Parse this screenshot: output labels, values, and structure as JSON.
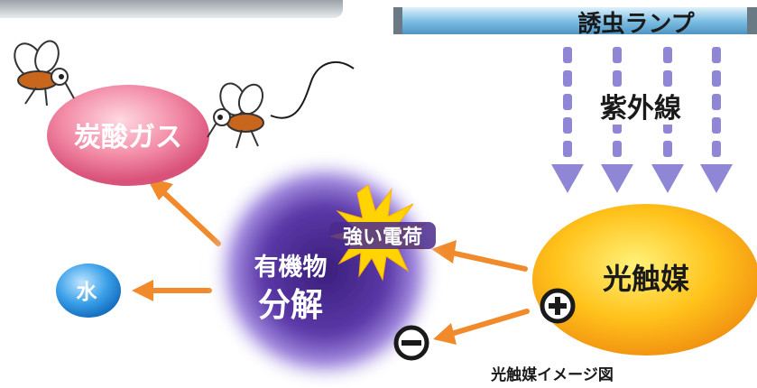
{
  "lamp": {
    "label": "誘虫ランプ"
  },
  "uv": {
    "label": "紫外線"
  },
  "catalyst": {
    "label": "光触媒"
  },
  "charges": {
    "plus": "+",
    "minus": "−"
  },
  "strong_charge": {
    "label": "強い電荷"
  },
  "organic": {
    "line1": "有機物",
    "line2": "分解"
  },
  "co2": {
    "label": "炭酸ガス"
  },
  "water": {
    "label": "水"
  },
  "caption": "光触媒イメージ図",
  "colors": {
    "lamp": "#6fb3d9",
    "uv_arrows": "#8f86d6",
    "catalyst": "#f4a516",
    "organic": "#4a2a8c",
    "co2": "#e8708c",
    "water": "#2a8fd8",
    "arrows": "#f08a2a",
    "spark": "#ffd400"
  },
  "icons": [
    "mosquito-icon",
    "spark-icon"
  ]
}
